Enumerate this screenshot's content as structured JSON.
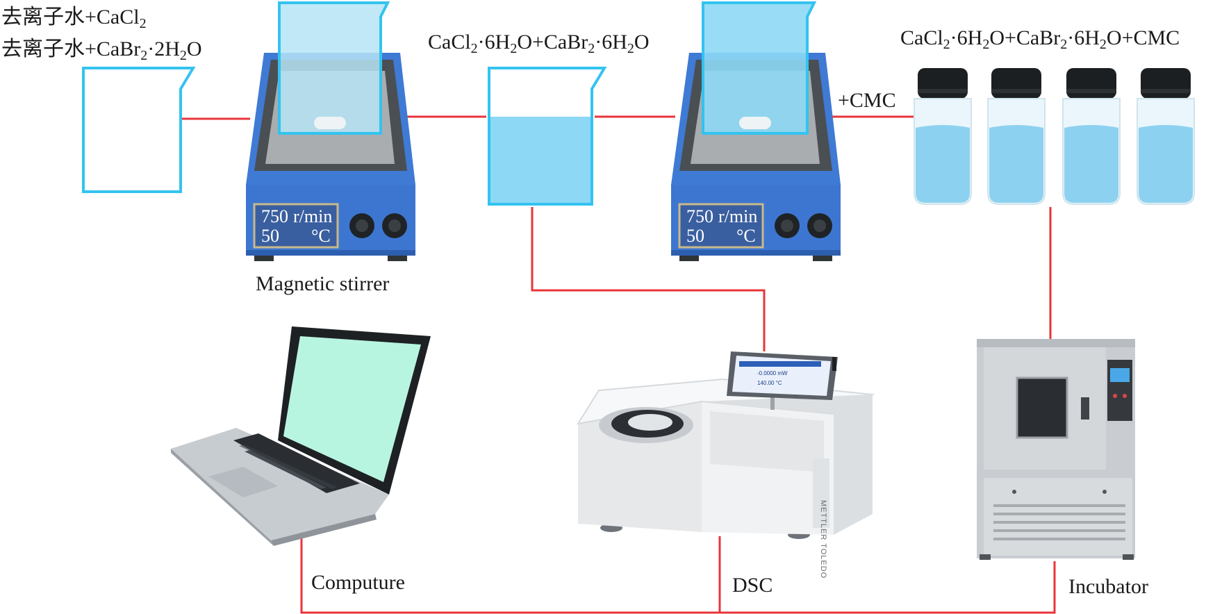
{
  "labels": {
    "input_line1_prefix": "去离子水+CaCl",
    "input_line1_sub": "2",
    "input_line2_prefix": "去离子水+CaBr",
    "input_line2_sub": "2",
    "input_line2_suffix": "·2H",
    "input_line2_sub2": "2",
    "input_line2_end": "O",
    "mix1_a": "CaCl",
    "mix1_a_sub": "2",
    "mix1_b": "·6H",
    "mix1_b_sub": "2",
    "mix1_c": "O+CaBr",
    "mix1_c_sub": "2",
    "mix1_d": "·6H",
    "mix1_d_sub": "2",
    "mix1_e": "O",
    "mix2_a": "CaCl",
    "mix2_a_sub": "2",
    "mix2_b": "·6H",
    "mix2_b_sub": "2",
    "mix2_c": "O+CaBr",
    "mix2_c_sub": "2",
    "mix2_d": "·6H",
    "mix2_d_sub": "2",
    "mix2_e": "O+CMC",
    "plus_cmc": "+CMC",
    "magnetic_stirrer": "Magnetic stirrer",
    "computer": "Computure",
    "dsc": "DSC",
    "incubator": "Incubator"
  },
  "stirrer1": {
    "speed": "750",
    "speed_unit": "r/min",
    "temp": "50",
    "temp_unit": "°C"
  },
  "stirrer2": {
    "speed": "750",
    "speed_unit": "r/min",
    "temp": "50",
    "temp_unit": "°C"
  },
  "colors": {
    "connector": "#e8353a",
    "liquid": "#8dd8f5",
    "beaker_outline": "#33c3f0",
    "stirrer_body": "#3d76d1",
    "laptop_screen": "#b8f5e0"
  },
  "dsc_screen": {
    "row1": "-0.0000 mW",
    "row2": "140.00 °C"
  },
  "dsc_brand": "METTLER TOLEDO",
  "icons": [
    "beaker-empty",
    "beaker-filled",
    "magnetic-stirrer",
    "vial",
    "laptop",
    "dsc-instrument",
    "incubator"
  ]
}
